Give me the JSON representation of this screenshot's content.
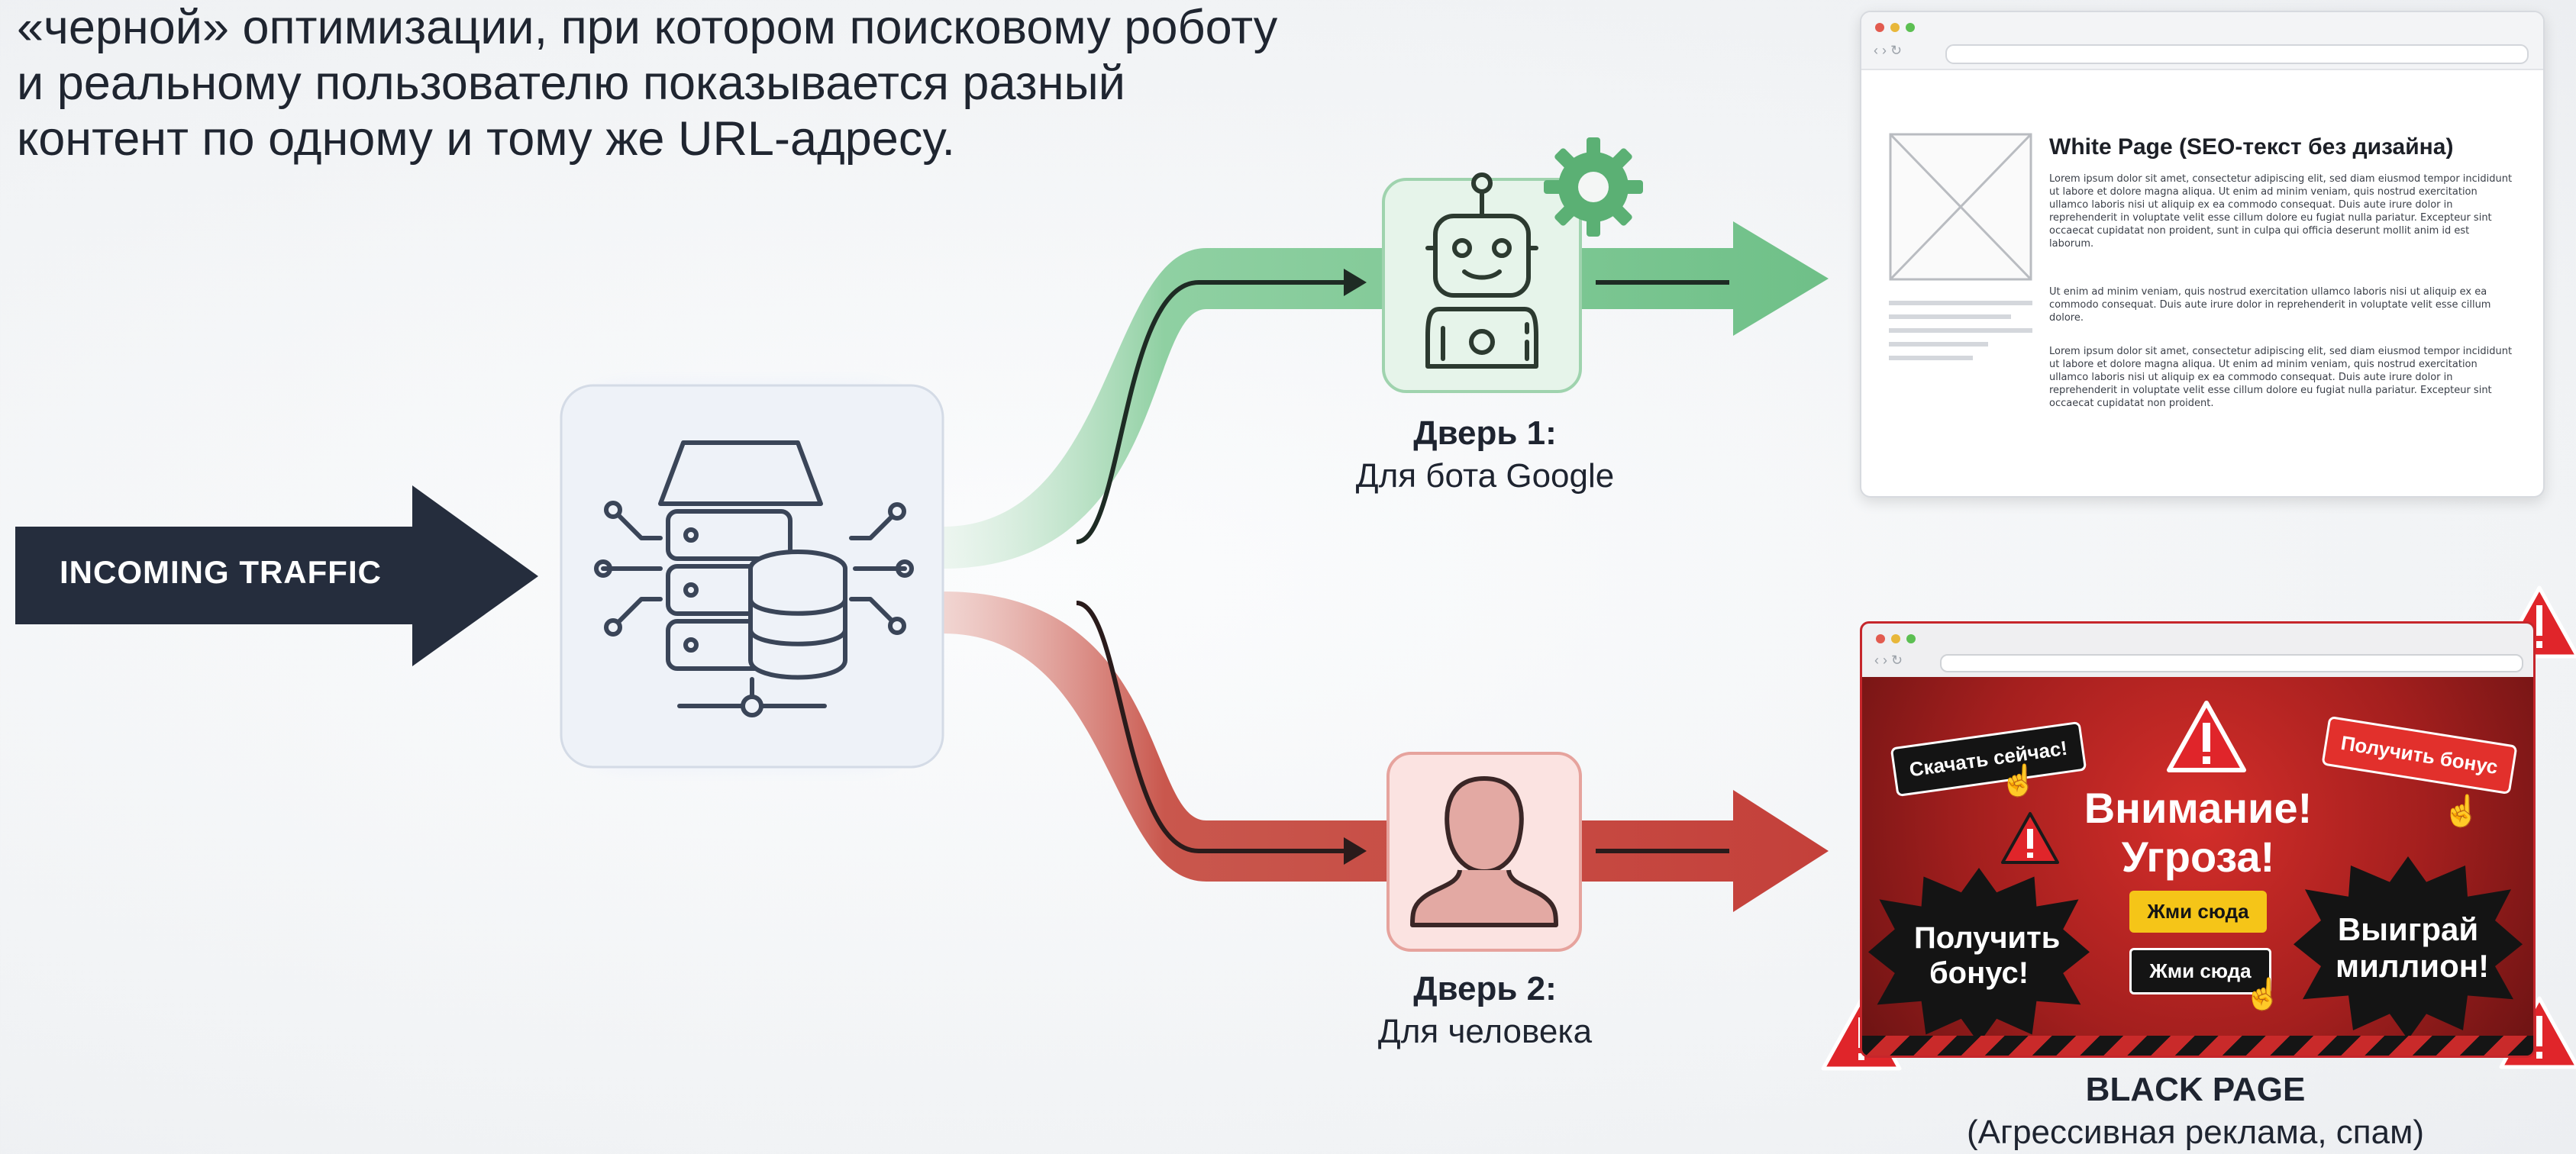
{
  "intro": {
    "line1": "«черной» оптимизации, при котором поисковому роботу",
    "line2": "и реальному пользователю показывается разный",
    "line3": "контент по одному и тому же URL-адресу."
  },
  "traffic": {
    "label": "INCOMING TRAFFIC"
  },
  "door1": {
    "title": "Дверь 1:",
    "subtitle": "Для бота Google"
  },
  "door2": {
    "title": "Дверь 2:",
    "subtitle": "Для человека"
  },
  "white_page": {
    "title": "White Page (SEO-текст без дизайна)",
    "para1": "Lorem ipsum dolor sit amet, consectetur adipiscing elit, sed diam eiusmod tempor incididunt ut labore et dolore magna aliqua. Ut enim ad minim veniam, quis nostrud exercitation ullamco laboris nisi ut aliquip ex ea commodo consequat. Duis aute irure dolor in reprehenderit in voluptate velit esse cillum dolore eu fugiat nulla pariatur. Excepteur sint occaecat cupidatat non proident, sunt in culpa qui officia deserunt mollit anim id est laborum.",
    "para2": "Ut enim ad minim veniam, quis nostrud exercitation ullamco laboris nisi ut aliquip ex ea commodo consequat. Duis aute irure dolor in reprehenderit in voluptate velit esse cillum dolore.",
    "para3": "Lorem ipsum dolor sit amet, consectetur adipiscing elit, sed diam eiusmod tempor incididunt ut labore et dolore magna aliqua. Ut enim ad minim veniam, quis nostrud exercitation ullamco laboris nisi ut aliquip ex ea commodo consequat. Duis aute irure dolor in reprehenderit in voluptate velit esse cillum dolore eu fugiat nulla pariatur. Excepteur sint occaecat cupidatat non proident."
  },
  "black_page": {
    "headline1": "Внимание!",
    "headline2": "Угроза!",
    "download_btn": "Скачать сейчас!",
    "bonus_btn": "Получить бонус",
    "click_here_yellow": "Жми сюда",
    "click_here_dark": "Жми сюда",
    "burst_left": "Получить бонус!",
    "burst_right": "Выиграй миллион!",
    "caption_title": "BLACK PAGE",
    "caption_subtitle": "(Агрессивная реклама, спам)"
  },
  "colors": {
    "green": "#6fbf8a",
    "red": "#c9403a",
    "navy": "#252d3d",
    "warning": "#e0252a",
    "yellow": "#f5c518"
  },
  "icons": [
    "server-database-icon",
    "robot-icon",
    "gear-icon",
    "person-icon",
    "warning-icon",
    "cursor-hand-icon"
  ]
}
